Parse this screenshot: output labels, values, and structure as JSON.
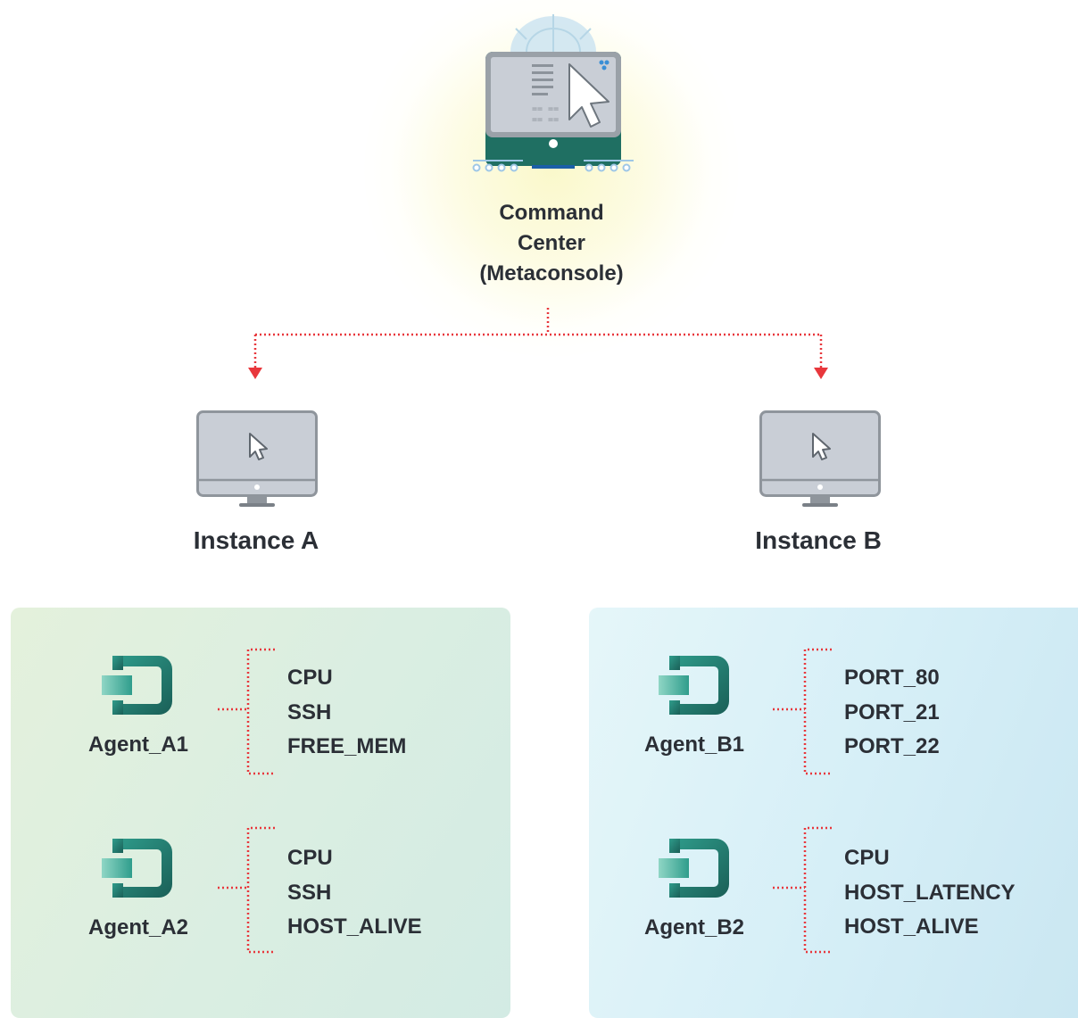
{
  "command_center": {
    "line1": "Command",
    "line2": "Center",
    "line3": "(Metaconsole)"
  },
  "instances": [
    {
      "label": "Instance A",
      "agents": [
        {
          "name": "Agent_A1",
          "metrics": [
            "CPU",
            "SSH",
            "FREE_MEM"
          ]
        },
        {
          "name": "Agent_A2",
          "metrics": [
            "CPU",
            "SSH",
            "HOST_ALIVE"
          ]
        }
      ]
    },
    {
      "label": "Instance B",
      "agents": [
        {
          "name": "Agent_B1",
          "metrics": [
            "PORT_80",
            "PORT_21",
            "PORT_22"
          ]
        },
        {
          "name": "Agent_B2",
          "metrics": [
            "CPU",
            "HOST_LATENCY",
            "HOST_ALIVE"
          ]
        }
      ]
    }
  ],
  "colors": {
    "connector_red": "#e8373c",
    "teal_dark": "#17685e",
    "teal_light": "#3fb3a3",
    "monitor_grey": "#8f959c",
    "panel_a_bg": "#dcefe1",
    "panel_b_bg": "#d6eff7"
  }
}
